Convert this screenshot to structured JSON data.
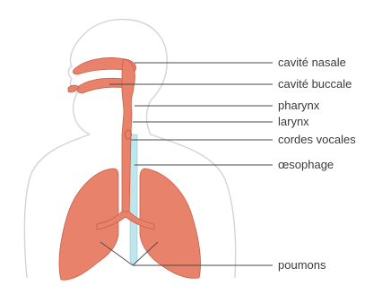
{
  "labels": {
    "nasal_cavity": "cavité nasale",
    "oral_cavity": "cavité buccale",
    "pharynx": "pharynx",
    "larynx": "larynx",
    "vocal_cords": "cordes vocales",
    "esophagus": "œsophage",
    "lungs": "poumons"
  },
  "colors": {
    "organ": "#e9826b",
    "organ_stroke": "#c65f49",
    "esophagus": "#bfe6ea",
    "esophagus_stroke": "#8cc7cf",
    "outline": "#d4d4d4",
    "leader": "#4a4a4a"
  }
}
